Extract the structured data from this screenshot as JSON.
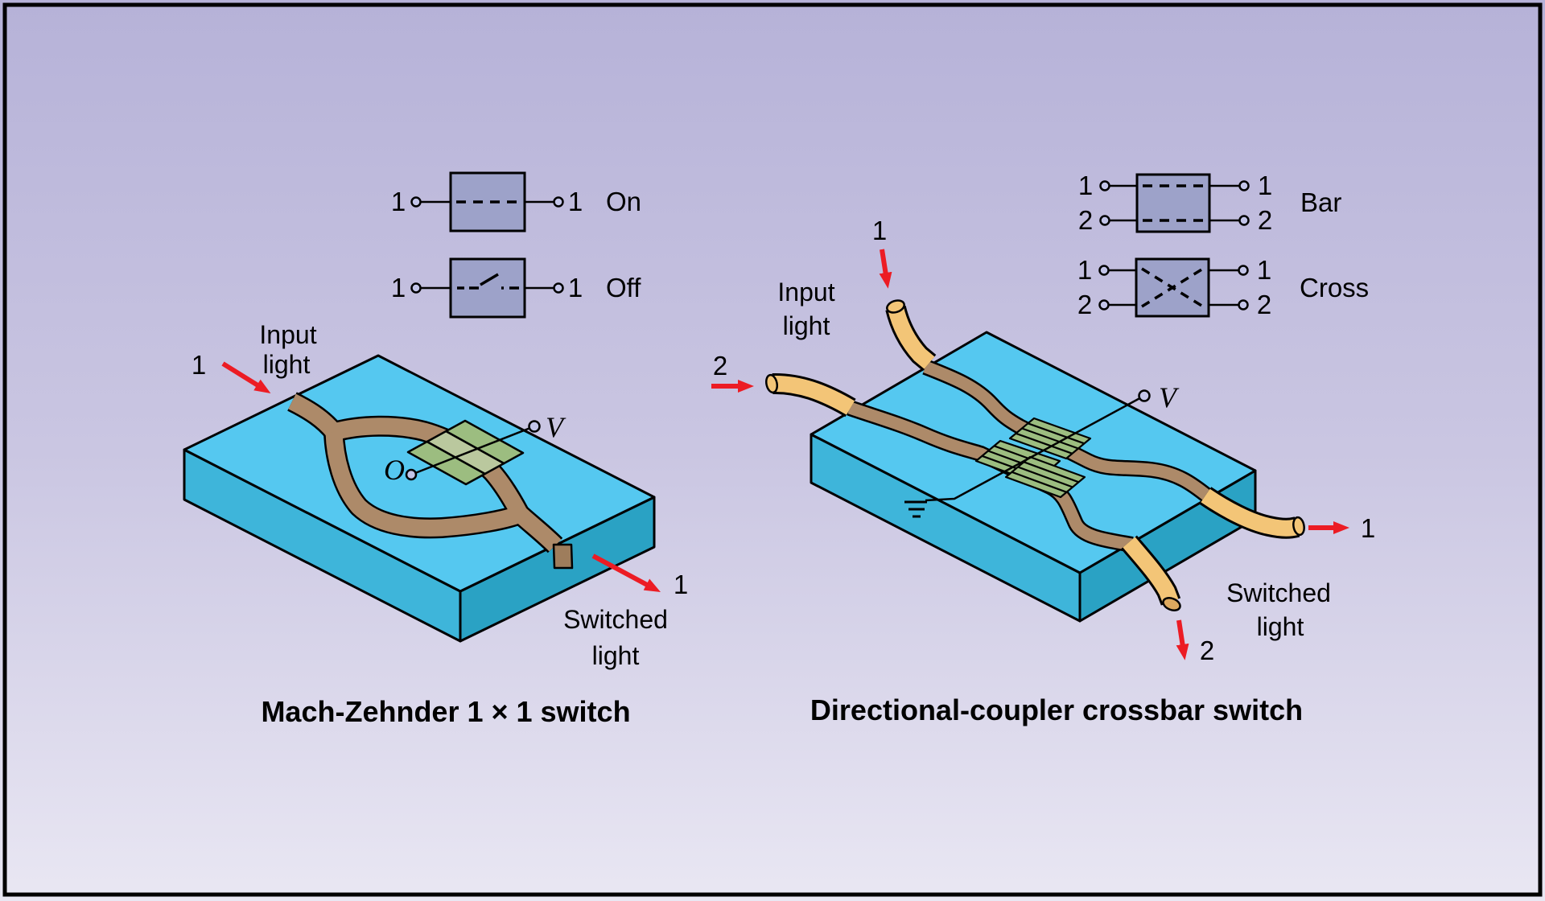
{
  "colors": {
    "bg_top": "#b6b2d8",
    "bg_mid": "#cac6e2",
    "bg_bottom": "#e9e7f3",
    "border": "#000000",
    "chip_top": "#55c8f0",
    "chip_left": "#3eb5da",
    "chip_right": "#2aa2c4",
    "waveguide": "#ad8a69",
    "waveguide_end": "#9e7d5c",
    "fiber": "#f3c577",
    "fiber_end": "#dda95f",
    "electrode": "#9cbd80",
    "electrode_light": "#bac89e",
    "symbol_box": "#9da2c9",
    "terminal": "#c3c5e8",
    "arrow": "#ec1c24",
    "wire": "#000000"
  },
  "left_panel": {
    "symbol_on": {
      "in": "1",
      "out": "1",
      "label": "On"
    },
    "symbol_off": {
      "in": "1",
      "out": "1",
      "label": "Off"
    },
    "input_num": "1",
    "input_label_1": "Input",
    "input_label_2": "light",
    "output_num": "1",
    "output_label_1": "Switched",
    "output_label_2": "light",
    "voltage_label": "V",
    "ground_label": "O",
    "caption": "Mach-Zehnder 1 × 1 switch"
  },
  "right_panel": {
    "symbol_bar": {
      "in1": "1",
      "in2": "2",
      "out1": "1",
      "out2": "2",
      "label": "Bar"
    },
    "symbol_cross": {
      "in1": "1",
      "in2": "2",
      "out1": "1",
      "out2": "2",
      "label": "Cross"
    },
    "input_num_1": "1",
    "input_num_2": "2",
    "input_label_1": "Input",
    "input_label_2": "light",
    "output_num_1": "1",
    "output_num_2": "2",
    "output_label_1": "Switched",
    "output_label_2": "light",
    "voltage_label": "V",
    "caption": "Directional-coupler crossbar switch"
  }
}
